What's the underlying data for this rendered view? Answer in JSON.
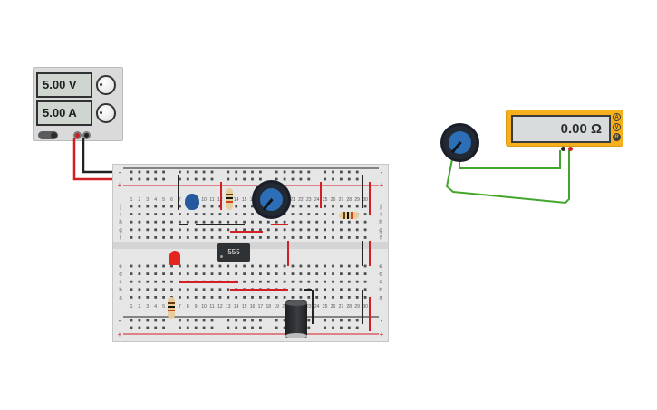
{
  "power_supply": {
    "voltage": "5.00 V",
    "current": "5.00 A"
  },
  "multimeter": {
    "reading": "0.00 Ω",
    "modes": [
      "A",
      "V",
      "R"
    ],
    "active_mode": "R"
  },
  "breadboard": {
    "row_letters_top": [
      "j",
      "i",
      "h",
      "g",
      "f"
    ],
    "row_letters_bottom": [
      "e",
      "d",
      "c",
      "b",
      "a"
    ],
    "rail_labels": [
      "-",
      "+"
    ],
    "column_numbers": [
      "1",
      "2",
      "3",
      "4",
      "5",
      "6",
      "7",
      "8",
      "9",
      "10",
      "11",
      "12",
      "13",
      "14",
      "15",
      "16",
      "17",
      "18",
      "19",
      "20",
      "21",
      "22",
      "23",
      "24",
      "25",
      "26",
      "27",
      "28",
      "29",
      "30"
    ]
  },
  "components": {
    "timer_chip_label": "555"
  },
  "colors": {
    "wire_red": "#d21f26",
    "wire_black": "#222222",
    "wire_green": "#43a52b",
    "multimeter_body": "#f6b01c",
    "pot_knob": "#2c6fb6"
  }
}
